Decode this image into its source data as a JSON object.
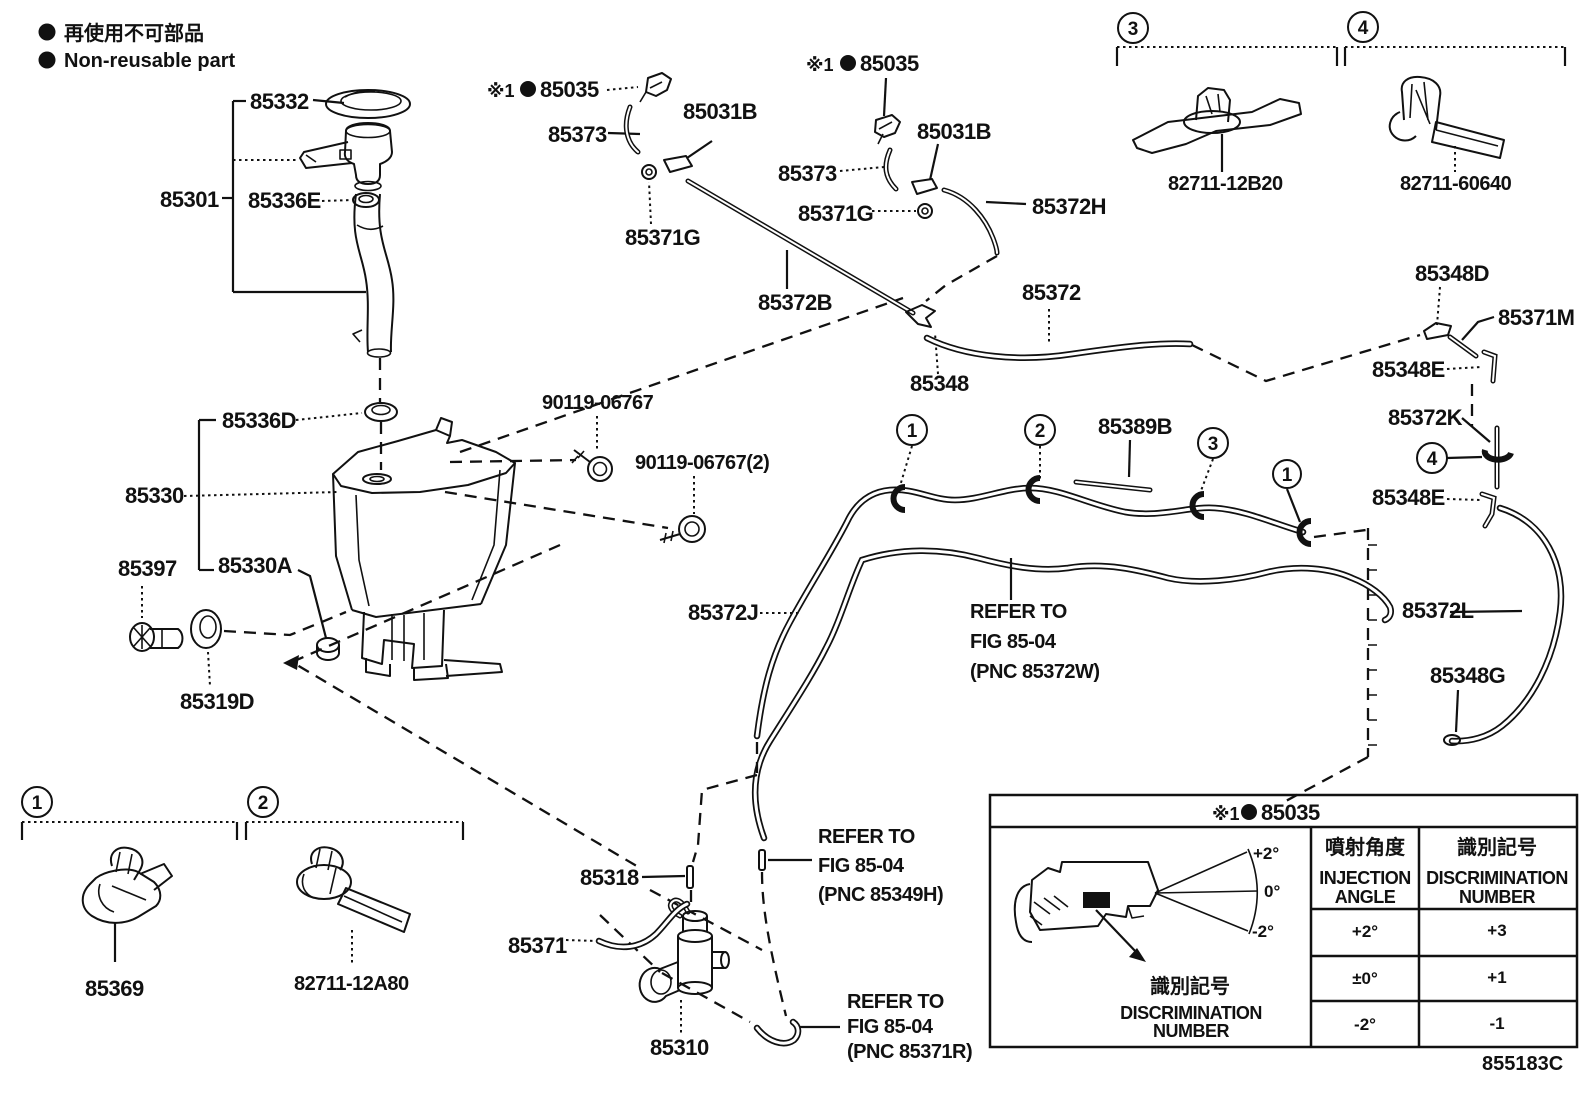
{
  "legend": {
    "jp": "再使用不可部品",
    "en": "Non-reusable part"
  },
  "note_prefix": "※1",
  "parts": {
    "p85332": "85332",
    "p85301": "85301",
    "p85336E": "85336E",
    "p85336D": "85336D",
    "p85330": "85330",
    "p85397": "85397",
    "p85330A": "85330A",
    "p85319D": "85319D",
    "p85369": "85369",
    "p82711_12A80": "82711-12A80",
    "p82711_12B20": "82711-12B20",
    "p82711_60640": "82711-60640",
    "p90119": "90119-06767",
    "p90119x2": "90119-06767(2)",
    "p85035": "85035",
    "p85373": "85373",
    "p85031B": "85031B",
    "p85371G": "85371G",
    "p85372H": "85372H",
    "p85372B": "85372B",
    "p85372": "85372",
    "p85348": "85348",
    "p85348D": "85348D",
    "p85371M": "85371M",
    "p85348E": "85348E",
    "p85372K": "85372K",
    "p85372L": "85372L",
    "p85348G": "85348G",
    "p85389B": "85389B",
    "p85372J": "85372J",
    "p85318": "85318",
    "p85371": "85371",
    "p85310": "85310"
  },
  "refers": {
    "w1": "REFER TO",
    "w2": "FIG 85-04",
    "w3": "(PNC 85372W)",
    "h1": "REFER TO",
    "h2": "FIG 85-04",
    "h3": "(PNC 85349H)",
    "r1": "REFER TO",
    "r2": "FIG 85-04",
    "r3": "(PNC 85371R)"
  },
  "callouts": {
    "c1": "1",
    "c2": "2",
    "c3": "3",
    "c4": "4"
  },
  "table": {
    "title_part": "85035",
    "col_angle_jp": "噴射角度",
    "col_angle_en1": "INJECTION",
    "col_angle_en2": "ANGLE",
    "col_num_jp": "識別記号",
    "col_num_en1": "DISCRIMINATION",
    "col_num_en2": "NUMBER",
    "rows": [
      {
        "angle": "+2°",
        "num": "+3"
      },
      {
        "angle": "±0°",
        "num": "+1"
      },
      {
        "angle": "-2°",
        "num": "-1"
      }
    ],
    "note_jp": "識別記号",
    "note_en1": "DISCRIMINATION",
    "note_en2": "NUMBER",
    "fan": {
      "top": "+2°",
      "mid": "0°",
      "bot": "-2°"
    }
  },
  "footer_code": "855183C"
}
